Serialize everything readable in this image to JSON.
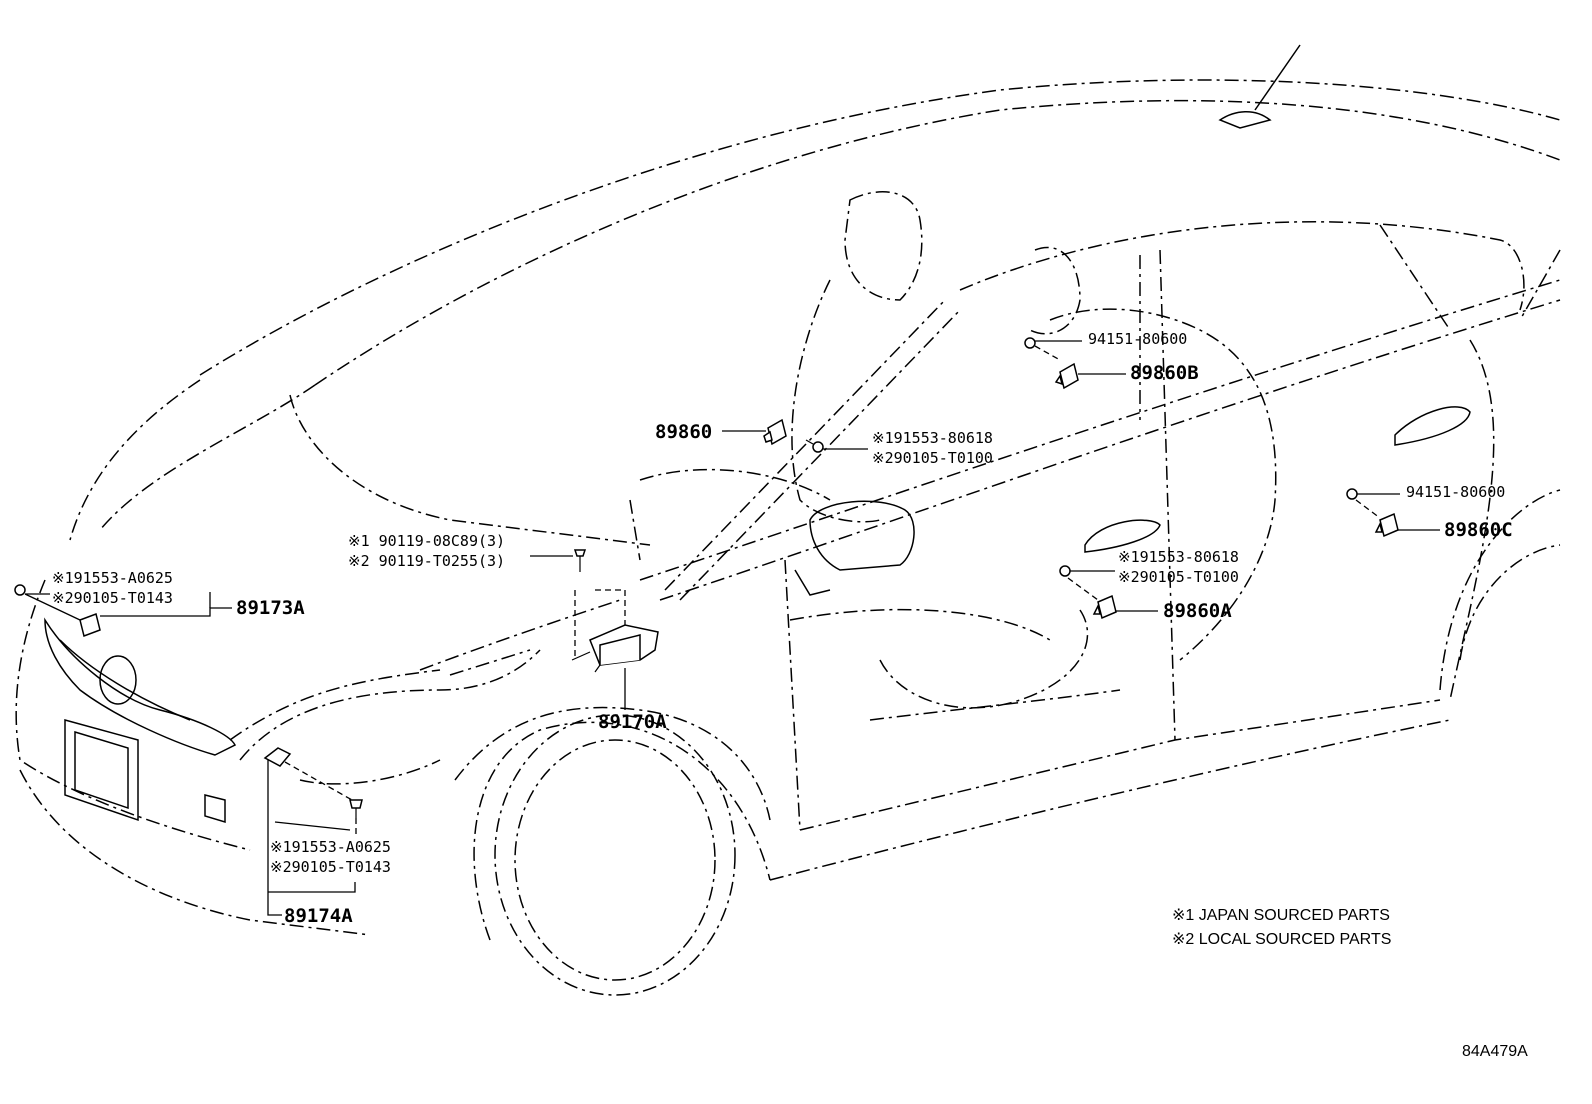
{
  "diagram": {
    "figure_code": "84A479A",
    "notes": [
      "※1 JAPAN SOURCED PARTS",
      "※2 LOCAL SOURCED PARTS"
    ],
    "labels": {
      "p_89860": "89860",
      "p_89860B": "89860B",
      "p_89860A": "89860A",
      "p_89860C": "89860C",
      "p_89170A": "89170A",
      "p_89173A": "89173A",
      "p_89174A": "89174A",
      "nut_top": "94151-80600",
      "nut_rear": "94151-80600",
      "bolt_pillar_1": "※191553-80618",
      "bolt_pillar_2": "※290105-T0100",
      "bolt_door_1": "※191553-80618",
      "bolt_door_2": "※290105-T0100",
      "screw_ecu_1": "※1 90119-08C89(3)",
      "screw_ecu_2": "※2 90119-T0255(3)",
      "bolt_front_l_1": "※191553-A0625",
      "bolt_front_l_2": "※290105-T0143",
      "bolt_front_r_1": "※191553-A0625",
      "bolt_front_r_2": "※290105-T0143"
    }
  }
}
